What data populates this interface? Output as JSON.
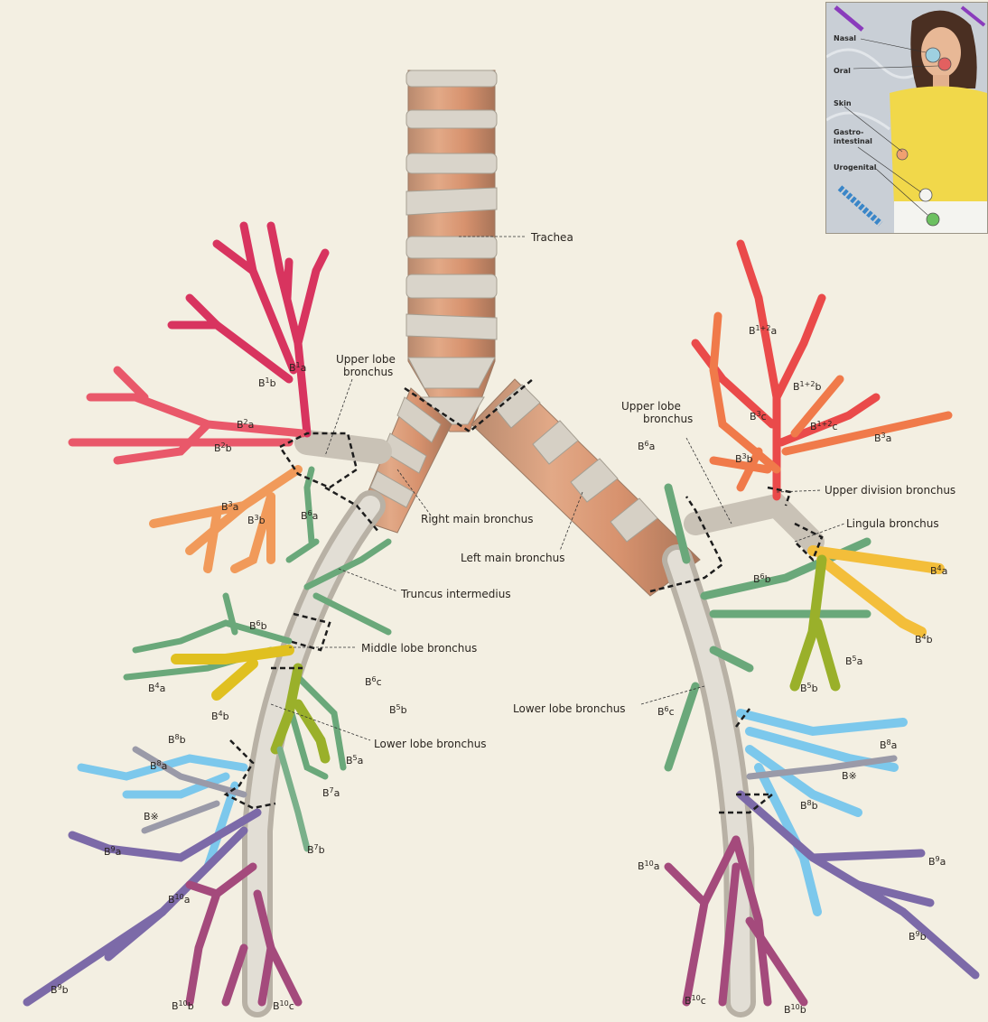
{
  "labels": {
    "trachea": "Trachea",
    "right_upper_lobe_bronchus_1": "Upper lobe",
    "right_upper_lobe_bronchus_2": "bronchus",
    "left_upper_lobe_bronchus_1": "Upper lobe",
    "left_upper_lobe_bronchus_2": "bronchus",
    "right_main_bronchus": "Right main bronchus",
    "left_main_bronchus": "Left main bronchus",
    "truncus_intermedius": "Truncus intermedius",
    "middle_lobe_bronchus": "Middle lobe bronchus",
    "right_lower_lobe_bronchus": "Lower lobe bronchus",
    "left_lower_lobe_bronchus": "Lower lobe bronchus",
    "upper_division_bronchus": "Upper division bronchus",
    "lingula_bronchus": "Lingula bronchus"
  },
  "segments_right": {
    "b1a": "a",
    "b1b": "b",
    "b2a": "a",
    "b2b": "b",
    "b3a": "a",
    "b3b": "b",
    "b6a": "a",
    "b6b": "b",
    "b6c": "c",
    "b4a": "a",
    "b4b": "b",
    "b5a": "a",
    "b5b": "b",
    "b8a": "a",
    "b8b": "b",
    "bstar": "B※",
    "b7a": "a",
    "b7b": "b",
    "b9a": "a",
    "b9b": "b",
    "b10a": "a",
    "b10b": "b",
    "b10c": "c"
  },
  "segments_left": {
    "b12a": "a",
    "b12b": "b",
    "b12c": "c",
    "b3a": "a",
    "b3b": "b",
    "b3c": "c",
    "b6a": "a",
    "b6b": "b",
    "b6c": "c",
    "b4a": "a",
    "b4b": "b",
    "b5a": "a",
    "b5b": "b",
    "b8a": "a",
    "b8b": "b",
    "bstar": "B※",
    "b9a": "a",
    "b9b": "b",
    "b10a": "a",
    "b10b": "b",
    "b10c": "c"
  },
  "inset": {
    "nasal": "Nasal",
    "oral": "Oral",
    "skin": "Skin",
    "gi_1": "Gastro-",
    "gi_2": "intestinal",
    "urogenital": "Urogenital"
  }
}
